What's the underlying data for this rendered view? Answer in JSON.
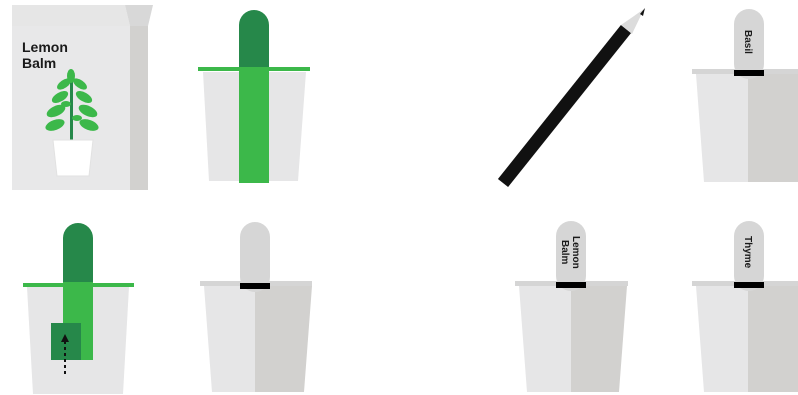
{
  "seed_packet": {
    "line1": "Lemon",
    "line2": "Balm"
  },
  "markers": {
    "basil": "Basil",
    "lemon_balm_line1": "Lemon",
    "lemon_balm_line2": "Balm",
    "thyme": "Thyme"
  },
  "colors": {
    "leaf_green": "#3cb84a",
    "dark_green": "#26884a",
    "pot_light": "#e6e6e7",
    "pot_shade": "#d2d1cf",
    "rim": "#d5d5d5",
    "marker_gray": "#d6d6d6",
    "band_black": "#000000",
    "pencil_black": "#111111"
  }
}
